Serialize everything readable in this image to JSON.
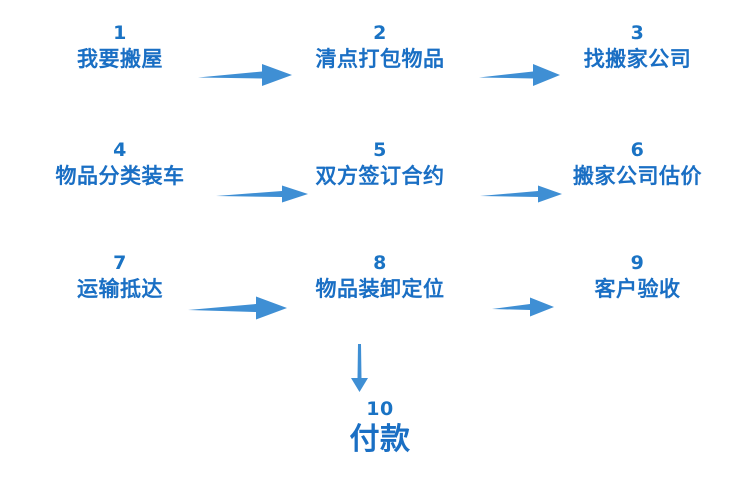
{
  "diagram": {
    "title_text": "",
    "colors": {
      "text_blue": "#1a6fc4",
      "number_blue": "#1a73c4",
      "arrow_blue": "#3f8fd4",
      "background": "#ffffff"
    },
    "steps": [
      {
        "number": "1",
        "label": "我要搬屋"
      },
      {
        "number": "2",
        "label": "清点打包物品"
      },
      {
        "number": "3",
        "label": "找搬家公司"
      },
      {
        "number": "4",
        "label": "物品分类装车"
      },
      {
        "number": "5",
        "label": "双方签订合约"
      },
      {
        "number": "6",
        "label": "搬家公司估价"
      },
      {
        "number": "7",
        "label": "运输抵达"
      },
      {
        "number": "8",
        "label": "物品装卸定位"
      },
      {
        "number": "9",
        "label": "客户验收"
      },
      {
        "number": "10",
        "label": "付款"
      }
    ],
    "connectors": [
      {
        "name": "arrow-step1-to-step2",
        "direction": "right"
      },
      {
        "name": "arrow-step2-to-step3",
        "direction": "right"
      },
      {
        "name": "arrow-step4-to-step5",
        "direction": "right"
      },
      {
        "name": "arrow-step5-to-step6",
        "direction": "right"
      },
      {
        "name": "arrow-step7-to-step8",
        "direction": "right"
      },
      {
        "name": "arrow-step8-to-step9",
        "direction": "right"
      },
      {
        "name": "arrow-step8-to-step10",
        "direction": "down"
      }
    ]
  }
}
